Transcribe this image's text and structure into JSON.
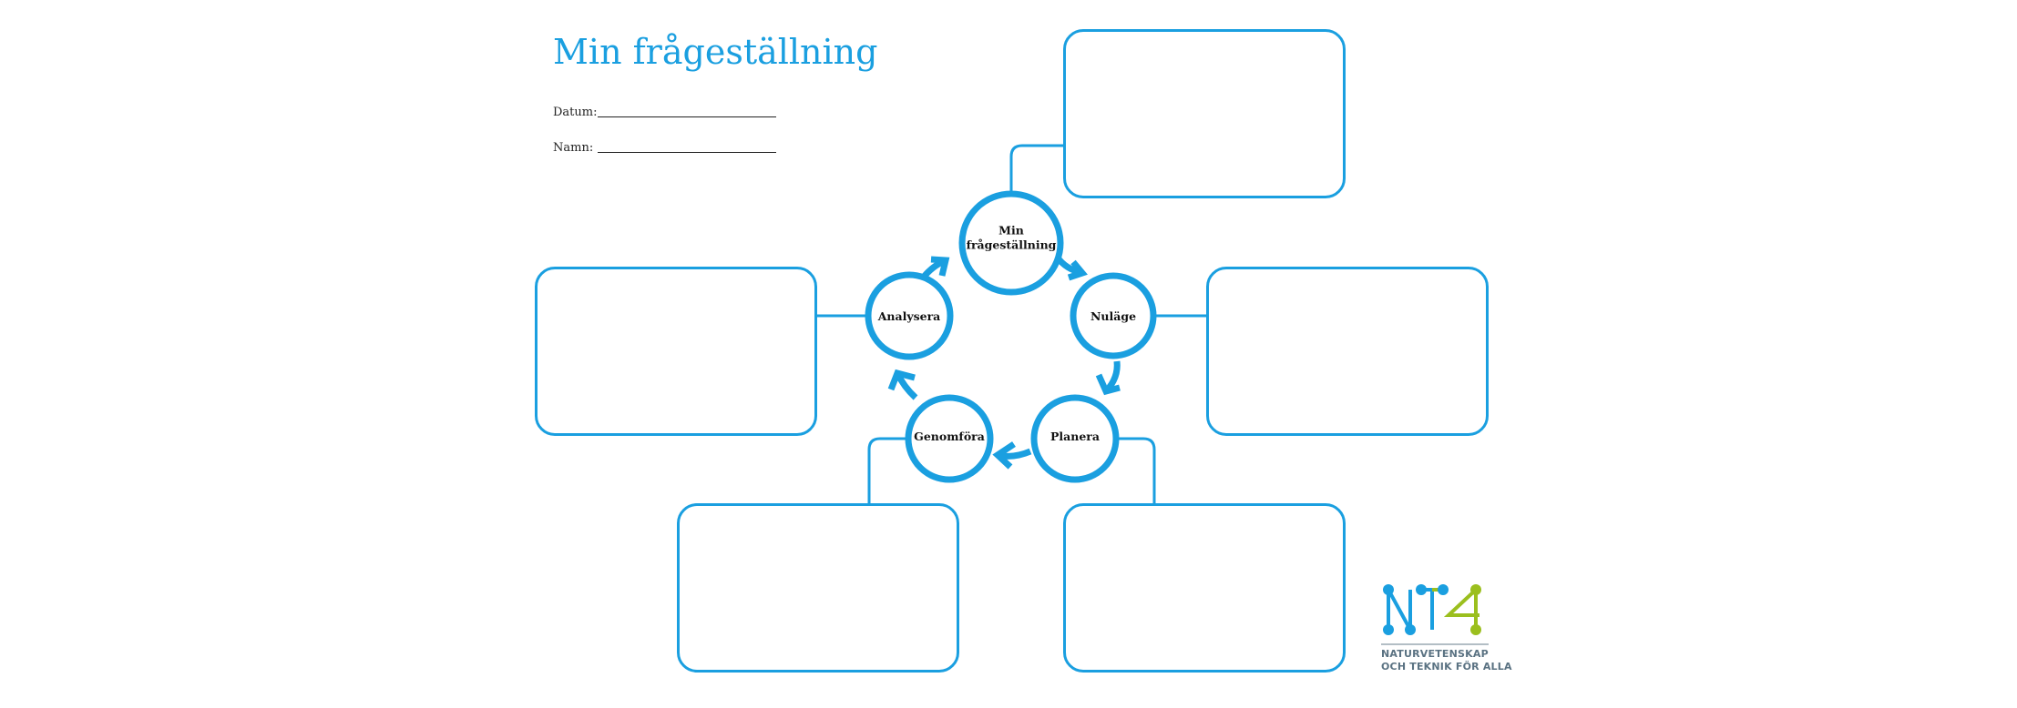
{
  "title": "Min frågeställning",
  "fields": [
    {
      "label": "Datum:"
    },
    {
      "label": "Namn:"
    }
  ],
  "cycle": {
    "nodes": [
      {
        "id": "fragestallning",
        "label": "Min\nfrågeställning"
      },
      {
        "id": "nulage",
        "label": "Nuläge"
      },
      {
        "id": "planera",
        "label": "Planera"
      },
      {
        "id": "genomfora",
        "label": "Genomföra"
      },
      {
        "id": "analysera",
        "label": "Analysera"
      }
    ]
  },
  "answer_boxes": [
    {
      "connected_to": "fragestallning",
      "text": ""
    },
    {
      "connected_to": "nulage",
      "text": ""
    },
    {
      "connected_to": "planera",
      "text": ""
    },
    {
      "connected_to": "genomfora",
      "text": ""
    },
    {
      "connected_to": "analysera",
      "text": ""
    }
  ],
  "logo": {
    "line1": "NATURVETENSKAP",
    "line2": "OCH TEKNIK FÖR ALLA",
    "colors": {
      "blue": "#1a9fe0",
      "green": "#9bbf1e"
    }
  },
  "colors": {
    "accent": "#1a9fe0",
    "text": "#111111"
  }
}
